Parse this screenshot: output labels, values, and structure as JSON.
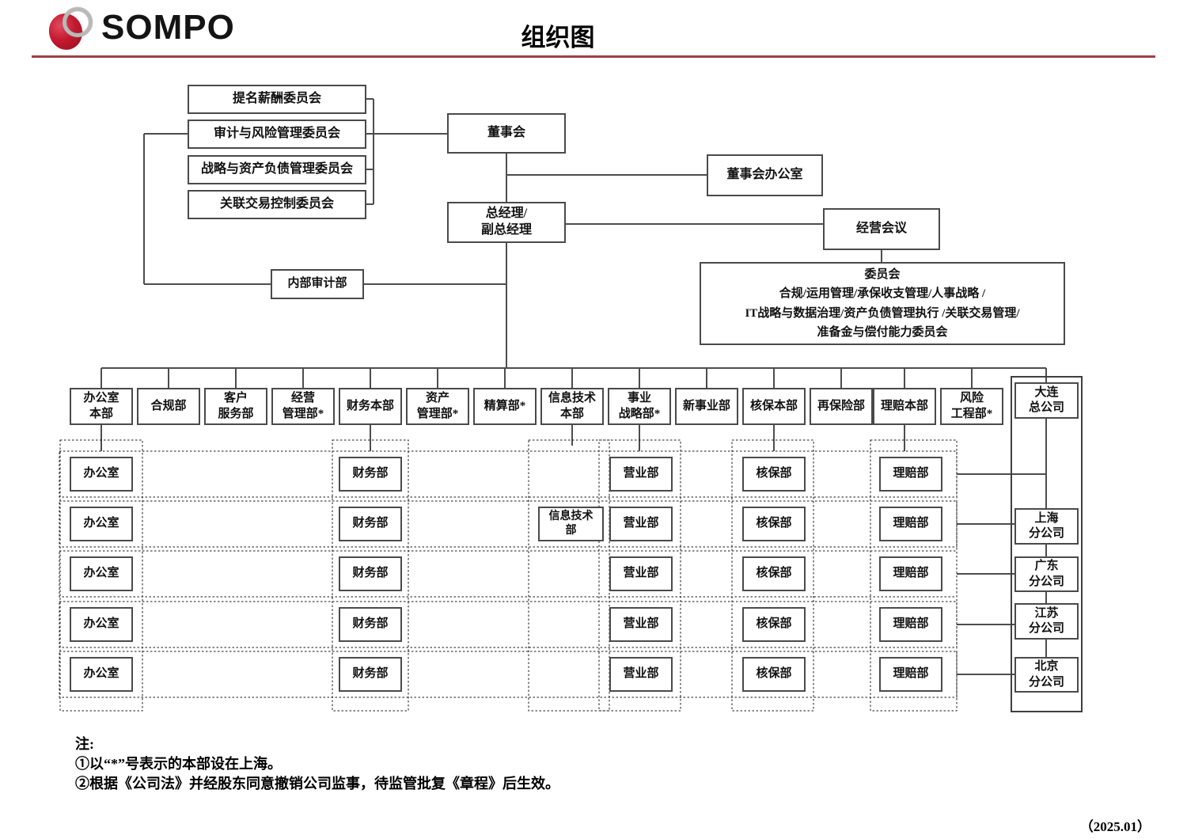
{
  "header": {
    "brand": "SOMPO",
    "title": "组织图",
    "rule_color": "#9a4146",
    "logo_red": "#c41a30",
    "logo_ring_silver": "#b9b9b9"
  },
  "governance": {
    "committees": [
      "提名薪酬委员会",
      "审计与风险管理委员会",
      "战略与资产负债管理委员会",
      "关联交易控制委员会"
    ],
    "board": "董事会",
    "board_office": "董事会办公室",
    "general_manager": "总经理/\n副总经理",
    "management_meeting": "经营会议",
    "committee_group": "委员会\n合规/运用管理/承保收支管理/人事战略 /\nIT战略与数据治理/资产负债管理执行 /关联交易管理/\n准备金与偿付能力委员会",
    "internal_audit": "内部审计部"
  },
  "departments": [
    "办公室\n本部",
    "合规部",
    "客户\n服务部",
    "经营\n管理部*",
    "财务本部",
    "资产\n管理部*",
    "精算部*",
    "信息技术\n本部",
    "事业\n战略部*",
    "新事业部",
    "核保本部",
    "再保险部",
    "理赔本部",
    "风险\n工程部*"
  ],
  "head_office": "大连\n总公司",
  "branch_rows": [
    {
      "cells": [
        "办公室",
        "财务部",
        "营业部",
        "核保部",
        "理赔部"
      ]
    },
    {
      "cells": [
        "办公室",
        "财务部",
        "信息技术\n部",
        "营业部",
        "核保部",
        "理赔部"
      ]
    },
    {
      "cells": [
        "办公室",
        "财务部",
        "营业部",
        "核保部",
        "理赔部"
      ]
    },
    {
      "cells": [
        "办公室",
        "财务部",
        "营业部",
        "核保部",
        "理赔部"
      ]
    },
    {
      "cells": [
        "办公室",
        "财务部",
        "营业部",
        "核保部",
        "理赔部"
      ]
    }
  ],
  "branches": [
    "上海\n分公司",
    "广东\n分公司",
    "江苏\n分公司",
    "北京\n分公司"
  ],
  "notes": {
    "heading": "注:",
    "item1": "①以“*”号表示的本部设在上海。",
    "item2": "②根据《公司法》并经股东同意撤销公司监事，待监管批复《章程》后生效。"
  },
  "footer": {
    "date": "（2025.01）"
  }
}
